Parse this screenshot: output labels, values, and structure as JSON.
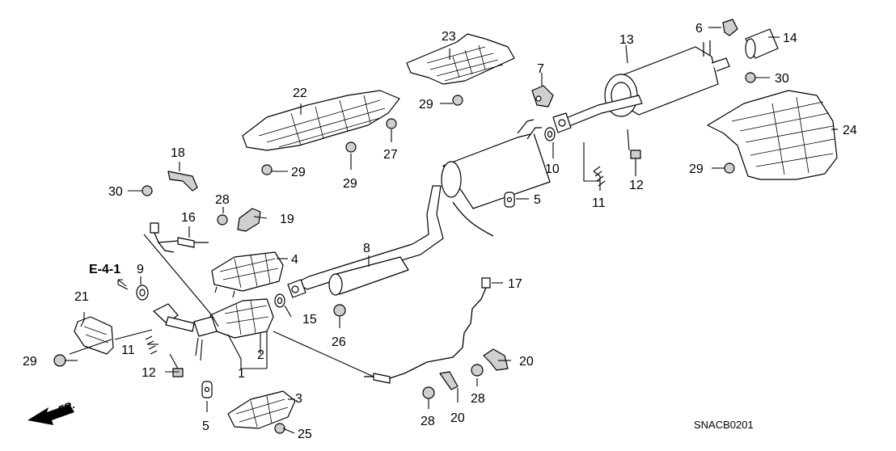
{
  "callouts": {
    "n1": "1",
    "n2": "2",
    "n3": "3",
    "n4": "4",
    "n5a": "5",
    "n5b": "5",
    "n6": "6",
    "n7": "7",
    "n8": "8",
    "n9": "9",
    "n10": "10",
    "n11a": "11",
    "n11b": "11",
    "n12a": "12",
    "n12b": "12",
    "n13": "13",
    "n14": "14",
    "n15": "15",
    "n16": "16",
    "n17": "17",
    "n18": "18",
    "n19": "19",
    "n20a": "20",
    "n20b": "20",
    "n21": "21",
    "n22": "22",
    "n23": "23",
    "n24": "24",
    "n25": "25",
    "n26": "26",
    "n27": "27",
    "n28a": "28",
    "n28b": "28",
    "n28c": "28",
    "n29a": "29",
    "n29b": "29",
    "n29c": "29",
    "n29d": "29",
    "n29e": "29",
    "n30a": "30",
    "n30b": "30"
  },
  "reference": "E-4-1",
  "diagram_code": "SNACB0201",
  "direction": "FR."
}
